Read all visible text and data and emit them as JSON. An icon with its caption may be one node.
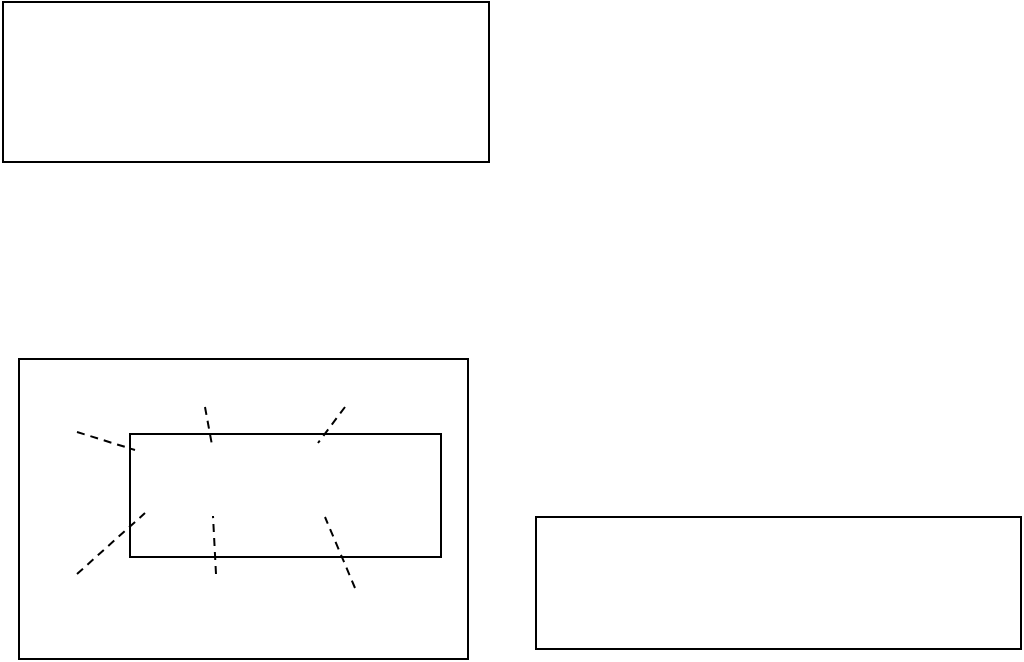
{
  "diagram": {
    "nodes": [
      {
        "text": [],
        "shape": "box"
      },
      {
        "text": [],
        "shape": "box"
      },
      {
        "text": [],
        "shape": "box",
        "in": 1
      },
      {
        "text": [],
        "shape": "box"
      }
    ],
    "edges": [
      {
        "from": null,
        "to": 2,
        "arrow": "none",
        "style": "dashed"
      },
      {
        "from": null,
        "to": 2,
        "arrow": "none",
        "style": "dashed"
      },
      {
        "from": null,
        "to": 2,
        "arrow": "none",
        "style": "dashed"
      },
      {
        "from": null,
        "to": 2,
        "arrow": "none",
        "style": "dashed"
      },
      {
        "from": null,
        "to": 2,
        "arrow": "none",
        "style": "dashed"
      },
      {
        "from": null,
        "to": 2,
        "arrow": "none",
        "style": "dashed"
      }
    ]
  }
}
